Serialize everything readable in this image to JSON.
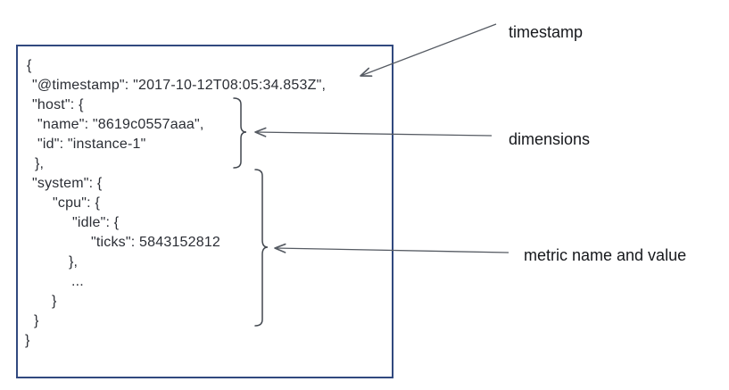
{
  "document": {
    "description": "metric document json example",
    "lines": [
      {
        "text": "{",
        "indent": 10
      },
      {
        "text": "\"@timestamp\": \"2017-10-12T08:05:34.853Z\",",
        "indent": 16
      },
      {
        "text": "\"host\": {",
        "indent": 16
      },
      {
        "text": "\"name\": \"8619c0557aaa\",",
        "indent": 22
      },
      {
        "text": "\"id\": \"instance-1\"",
        "indent": 22
      },
      {
        "text": "},",
        "indent": 19
      },
      {
        "text": "\"system\": {",
        "indent": 16
      },
      {
        "text": "\"cpu\": {",
        "indent": 39
      },
      {
        "text": "\"idle\": {",
        "indent": 61
      },
      {
        "text": "\"ticks\": 5843152812",
        "indent": 82
      },
      {
        "text": "},",
        "indent": 57
      },
      {
        "text": "...",
        "indent": 60
      },
      {
        "text": "}",
        "indent": 38
      },
      {
        "text": "}",
        "indent": 18
      },
      {
        "text": "}",
        "indent": 8
      }
    ]
  },
  "annotations": [
    {
      "label": "timestamp",
      "target": "@timestamp field"
    },
    {
      "label": "dimensions",
      "target": "host block"
    },
    {
      "label": "metric name and value",
      "target": "system block"
    }
  ],
  "colors": {
    "box_border": "#31497f",
    "code_text": "#2b2e35",
    "label_text": "#16181c",
    "arrow": "#565b63",
    "brace": "#42474f"
  }
}
